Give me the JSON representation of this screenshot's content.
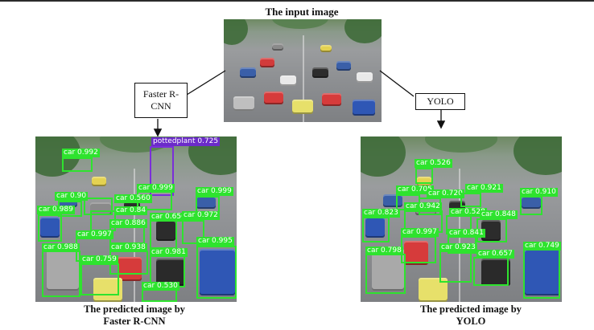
{
  "input_title": "The input image",
  "faster_rcnn_label": "Faster R-CNN",
  "yolo_label": "YOLO",
  "caption_left": "The predicted image by Faster R-CNN",
  "caption_right": "The predicted image by YOLO",
  "colors": {
    "detection_box": "#2ee32e",
    "pottedplant_box": "#6b2bc9"
  },
  "faster_rcnn_detections": [
    "car 0.992",
    "pottedplant 0.725",
    "car 0.999",
    "car 0.90",
    "car 0.560",
    "car 0.989",
    "car 0.84",
    "car 0.999",
    "car 0.886",
    "car 0.656",
    "car 0.972",
    "car 0.997",
    "car 0.988",
    "car 0.938",
    "car 0.995",
    "car 0.759",
    "car 0.981",
    "car 0.530"
  ],
  "yolo_detections": [
    "car 0.526",
    "car 0.705",
    "car 0.720",
    "car 0.921",
    "car 0.910",
    "car 0.823",
    "car 0.942",
    "car 0.528",
    "car 0.848",
    "car 0.997",
    "car 0.841",
    "car 0.798",
    "car 0.923",
    "car 0.657",
    "car 0.749"
  ]
}
